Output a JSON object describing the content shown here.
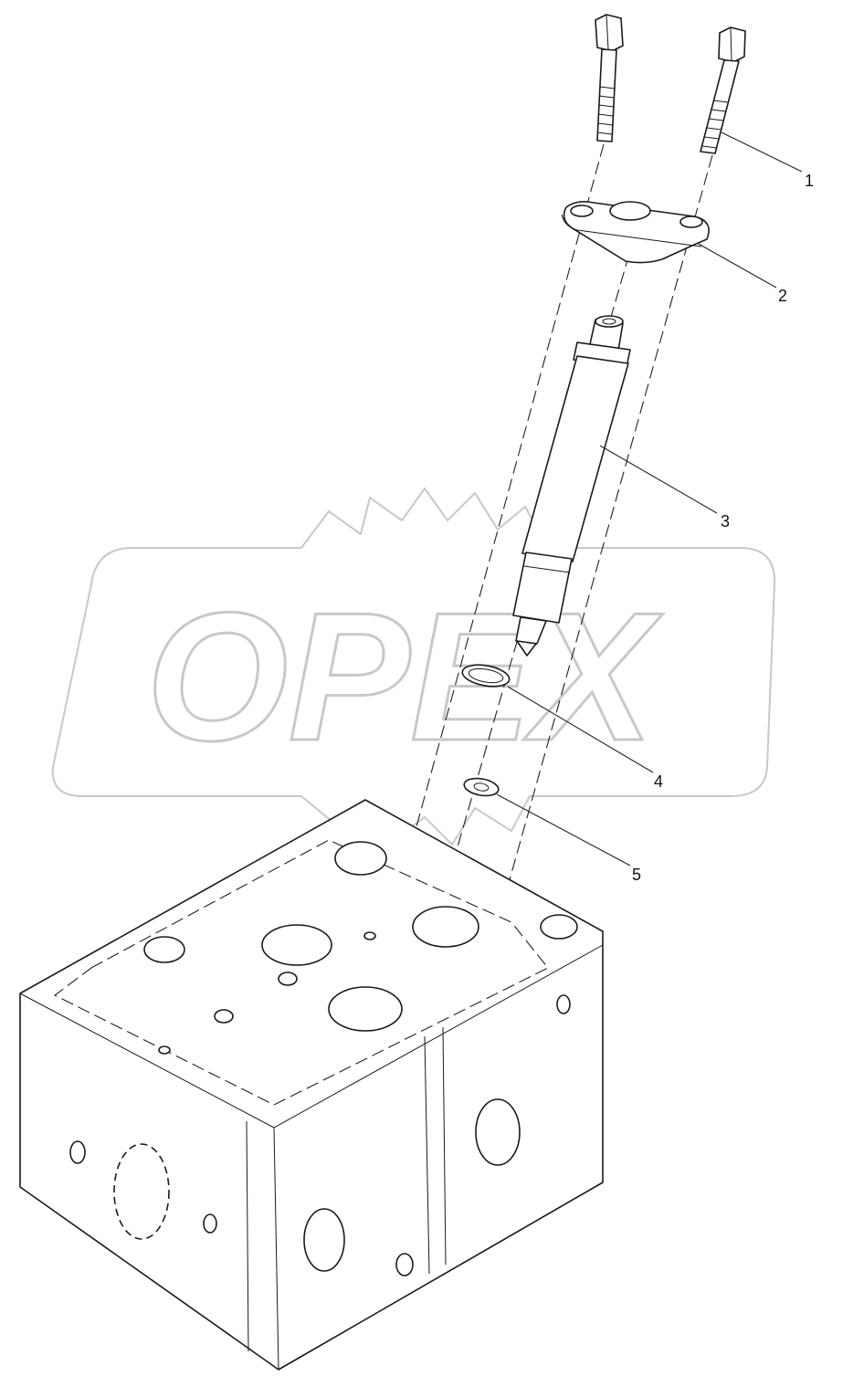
{
  "watermark": {
    "logo_text": "OPEX",
    "color": "#c8c8c8"
  },
  "callouts": [
    {
      "label": "1",
      "part": "bolt"
    },
    {
      "label": "2",
      "part": "flange"
    },
    {
      "label": "3",
      "part": "injector"
    },
    {
      "label": "4",
      "part": "washer"
    },
    {
      "label": "5",
      "part": "washer"
    }
  ],
  "line_color": "#1a1a1a"
}
